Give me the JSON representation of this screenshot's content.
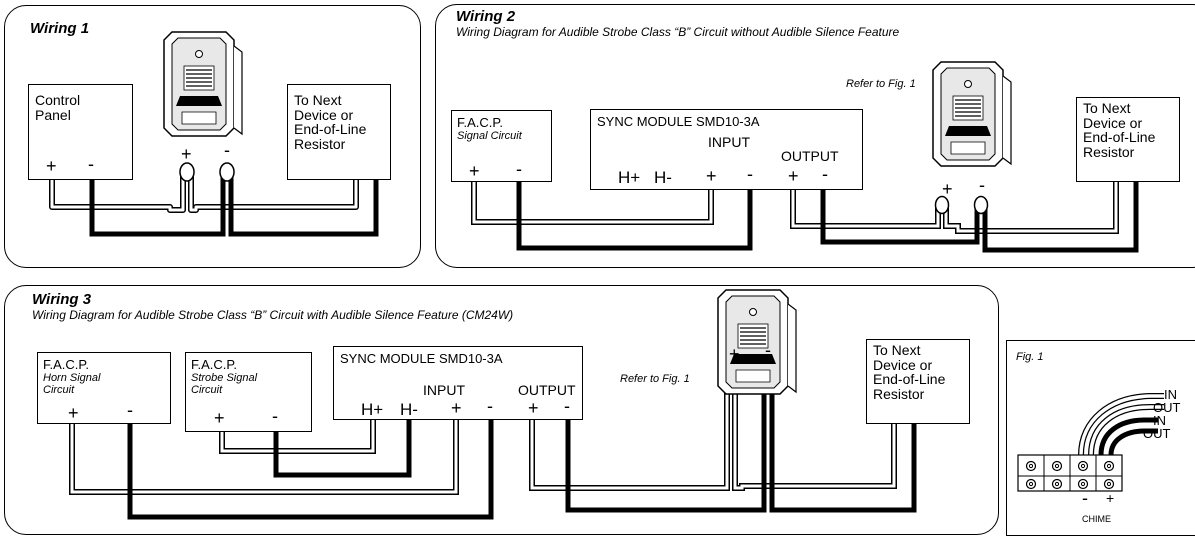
{
  "wiring1": {
    "title": "Wiring 1",
    "control_panel": "Control\nPanel",
    "next_device": "To Next\nDevice or\nEnd-of-Line\nResistor",
    "plus": "+",
    "minus": "-"
  },
  "wiring2": {
    "title": "Wiring 2",
    "subtitle": "Wiring Diagram for Audible Strobe Class “B” Circuit without Audible Silence Feature",
    "refer": "Refer to Fig. 1",
    "facp_title": "F.A.C.P.",
    "facp_sub": "Signal Circuit",
    "sync_title": "SYNC MODULE   SMD10-3A",
    "input": "INPUT",
    "output": "OUTPUT",
    "h_plus": "H+",
    "h_minus": "H-",
    "next_device": "To Next\nDevice or\nEnd-of-Line\nResistor",
    "plus": "+",
    "minus": "-"
  },
  "wiring3": {
    "title": "Wiring 3",
    "subtitle": "Wiring Diagram for Audible Strobe Class “B” Circuit with Audible Silence Feature (CM24W)",
    "refer": "Refer to Fig. 1",
    "facp1_title": "F.A.C.P.",
    "facp1_sub": "Horn Signal\nCircuit",
    "facp2_title": "F.A.C.P.",
    "facp2_sub": "Strobe Signal\nCircuit",
    "sync_title": "SYNC MODULE   SMD10-3A",
    "input": "INPUT",
    "output": "OUTPUT",
    "h_plus": "H+",
    "h_minus": "H-",
    "next_device": "To Next\nDevice or\nEnd-of-Line\nResistor",
    "plus": "+",
    "minus": "-"
  },
  "fig1": {
    "title": "Fig. 1",
    "in1": "IN",
    "out1": "OUT",
    "in2": "IN",
    "out2": "OUT",
    "minus": "-",
    "plus": "+",
    "chime": "CHIME"
  },
  "device_icon": "horn-strobe-device-icon"
}
